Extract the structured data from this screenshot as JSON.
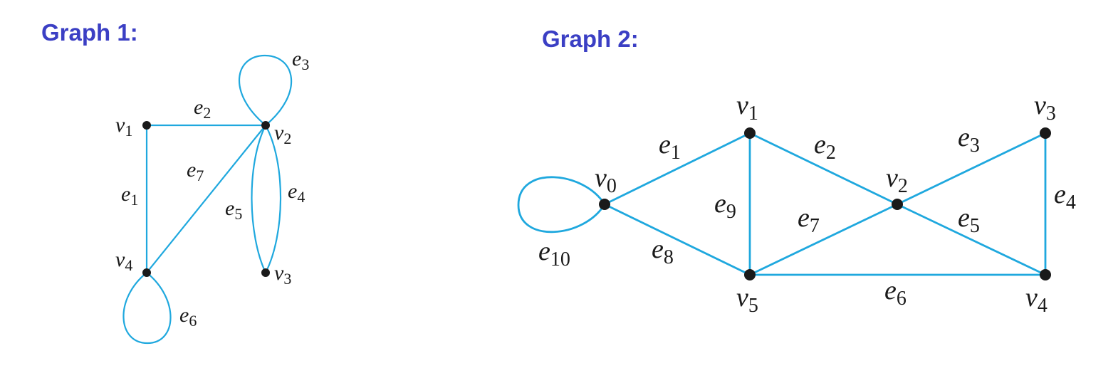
{
  "titles": {
    "graph1": "Graph 1:",
    "graph2": "Graph 2:"
  },
  "graph1": {
    "vertices": [
      {
        "name": "v",
        "sub": "1"
      },
      {
        "name": "v",
        "sub": "2"
      },
      {
        "name": "v",
        "sub": "3"
      },
      {
        "name": "v",
        "sub": "4"
      }
    ],
    "edges": [
      {
        "name": "e",
        "sub": "1",
        "from": "v1",
        "to": "v4"
      },
      {
        "name": "e",
        "sub": "2",
        "from": "v1",
        "to": "v2"
      },
      {
        "name": "e",
        "sub": "3",
        "from": "v2",
        "to": "v2"
      },
      {
        "name": "e",
        "sub": "4",
        "from": "v2",
        "to": "v3"
      },
      {
        "name": "e",
        "sub": "5",
        "from": "v2",
        "to": "v3"
      },
      {
        "name": "e",
        "sub": "6",
        "from": "v4",
        "to": "v4"
      },
      {
        "name": "e",
        "sub": "7",
        "from": "v2",
        "to": "v4"
      }
    ]
  },
  "graph2": {
    "vertices": [
      {
        "name": "v",
        "sub": "0"
      },
      {
        "name": "v",
        "sub": "1"
      },
      {
        "name": "v",
        "sub": "2"
      },
      {
        "name": "v",
        "sub": "3"
      },
      {
        "name": "v",
        "sub": "4"
      },
      {
        "name": "v",
        "sub": "5"
      }
    ],
    "edges": [
      {
        "name": "e",
        "sub": "1",
        "from": "v0",
        "to": "v1"
      },
      {
        "name": "e",
        "sub": "2",
        "from": "v1",
        "to": "v2"
      },
      {
        "name": "e",
        "sub": "3",
        "from": "v2",
        "to": "v3"
      },
      {
        "name": "e",
        "sub": "4",
        "from": "v3",
        "to": "v4"
      },
      {
        "name": "e",
        "sub": "5",
        "from": "v2",
        "to": "v4"
      },
      {
        "name": "e",
        "sub": "6",
        "from": "v5",
        "to": "v4"
      },
      {
        "name": "e",
        "sub": "7",
        "from": "v5",
        "to": "v2"
      },
      {
        "name": "e",
        "sub": "8",
        "from": "v0",
        "to": "v5"
      },
      {
        "name": "e",
        "sub": "9",
        "from": "v1",
        "to": "v5"
      },
      {
        "name": "e",
        "sub": "10",
        "from": "v0",
        "to": "v0"
      }
    ]
  },
  "colors": {
    "title": "#3b3fc4",
    "edge": "#1fa8de",
    "vertex": "#1a1a1a"
  }
}
